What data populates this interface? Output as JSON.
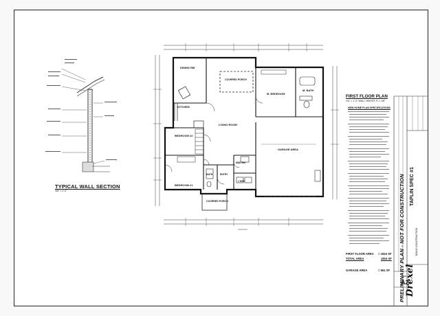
{
  "wall_section": {
    "title": "TYPICAL WALL SECTION",
    "scale": "3/8\" = 1'-0\""
  },
  "plan": {
    "title": "FIRST FLOOR PLAN",
    "scale": "1/4\" = 1'-0\"   WALL HEIGHT: 9'-1 1/8\"",
    "rooms": {
      "dining": "DINING RM",
      "covered_porch_rear": "COVERED PORCH",
      "master_bedroom": "M. BEDROOM",
      "master_bath": "M. BATH",
      "kitchen": "KITCHEN",
      "living": "LIVING ROOM",
      "bedroom2": "BEDROOM #2",
      "bedroom1": "BEDROOM #1",
      "garage": "GARAGE AREA",
      "mud": "MUD RM",
      "bath": "BATH",
      "entry": "ENTRY",
      "laundry": "L'DRY",
      "covered_porch_front": "COVERED PORCH"
    }
  },
  "specs": {
    "heading": "NEW HOME PLAN SPECIFICATIONS"
  },
  "areas": {
    "first_floor_label": "FIRST FLOOR AREA",
    "first_floor_value": "= 1816 SF",
    "total_label": "TOTAL AREA",
    "total_value": "1816 SF",
    "garage_label": "GARAGE AREA",
    "garage_value": "= 561 SF"
  },
  "title_block": {
    "banner": "PRELIMINARY PLAN - NOT FOR CONSTRUCTION",
    "project": "TAPLIN SPEC #1",
    "builder": "BONO CONSTRUCTION",
    "sheet_label": "SHEET",
    "sheet_number": "A2",
    "logo": "Drexel"
  }
}
